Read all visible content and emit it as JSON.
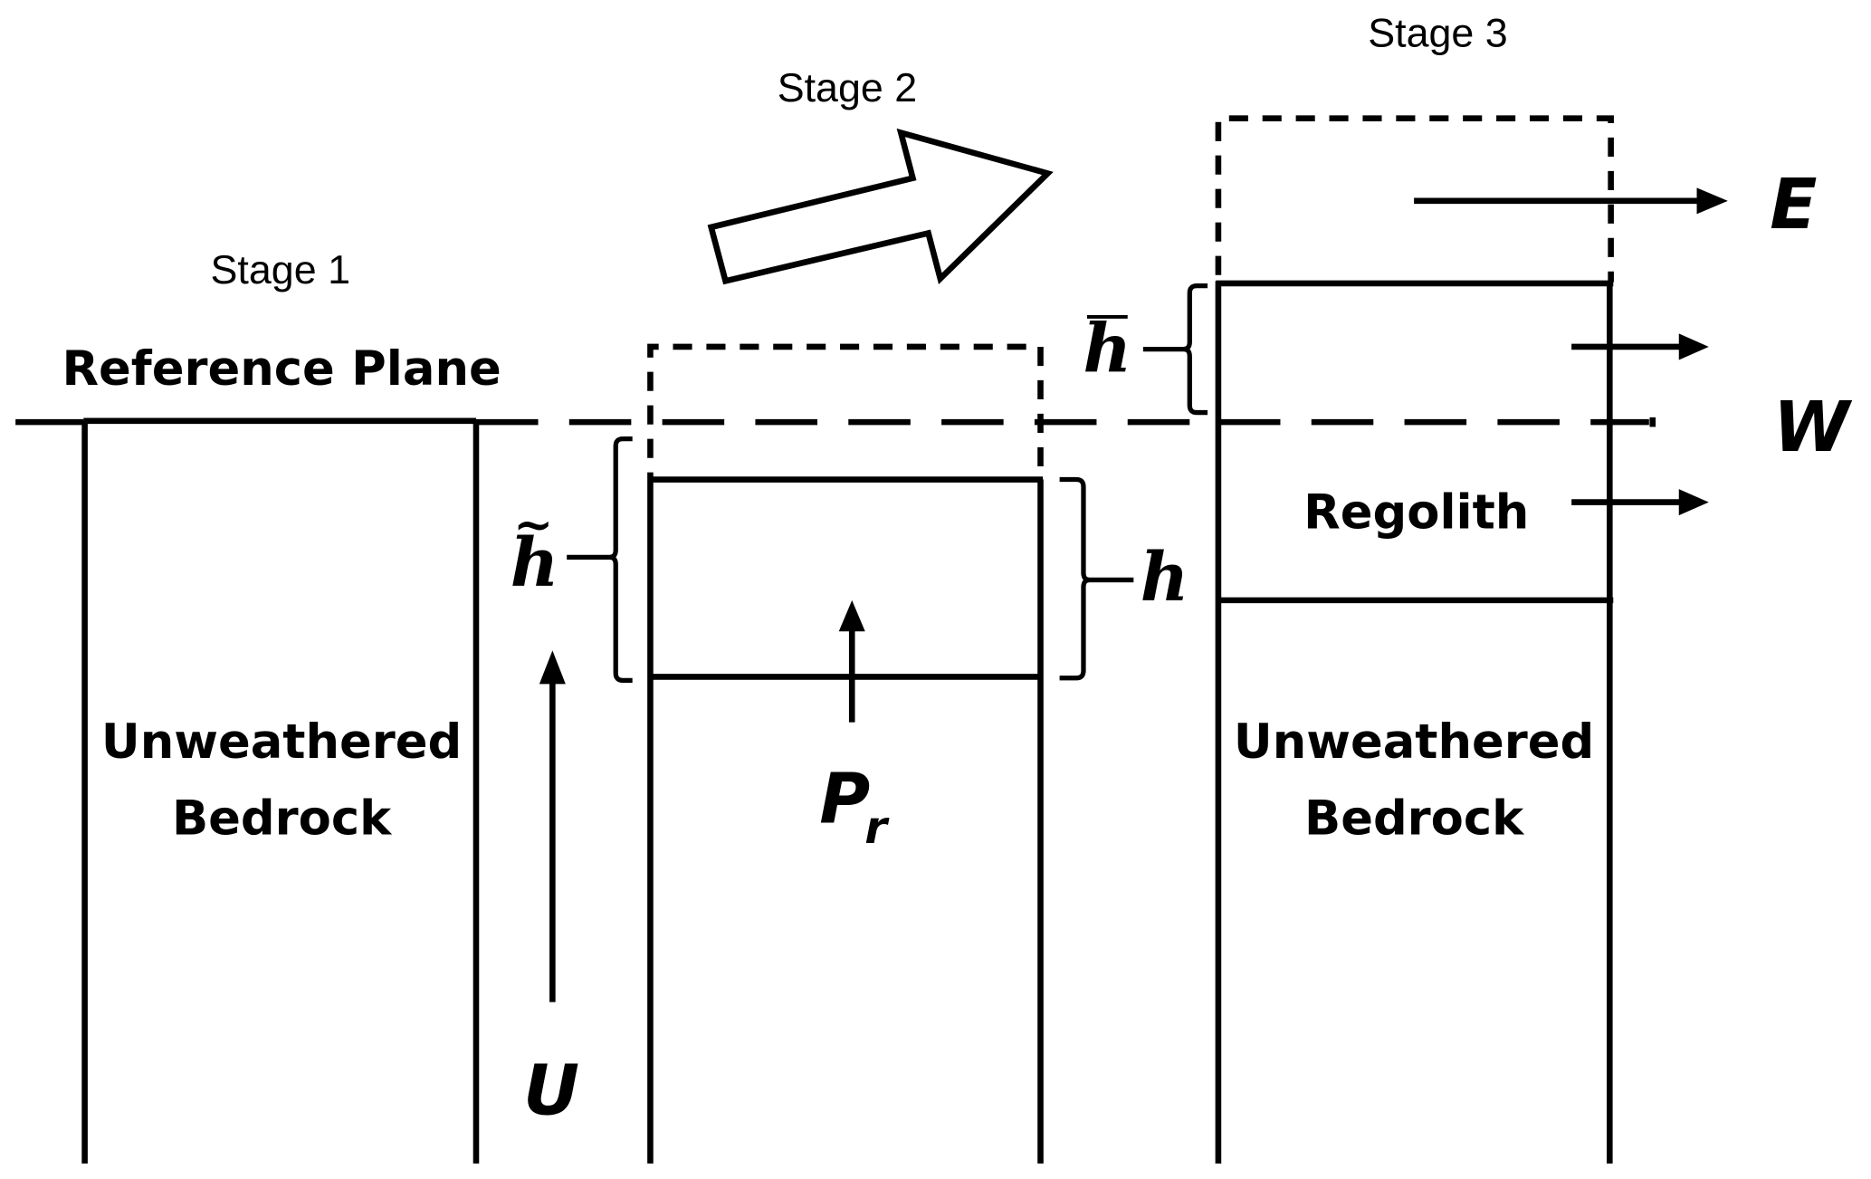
{
  "diagram": {
    "stages": [
      {
        "label": "Stage 1"
      },
      {
        "label": "Stage 2"
      },
      {
        "label": "Stage 3"
      }
    ],
    "reference_plane_label": "Reference Plane",
    "stage1": {
      "bedrock_label_line1": "Unweathered",
      "bedrock_label_line2": "Bedrock"
    },
    "stage2": {
      "h_tilde_label": "h",
      "h_label": "h",
      "production_label": "P",
      "production_subscript": "r",
      "uplift_label": "U"
    },
    "stage3": {
      "h_bar_label": "h",
      "regolith_label": "Regolith",
      "bedrock_label_line1": "Unweathered",
      "bedrock_label_line2": "Bedrock",
      "erosion_label": "E",
      "weathering_label": "W"
    },
    "colors": {
      "stroke": "#000000",
      "background": "#ffffff"
    }
  }
}
